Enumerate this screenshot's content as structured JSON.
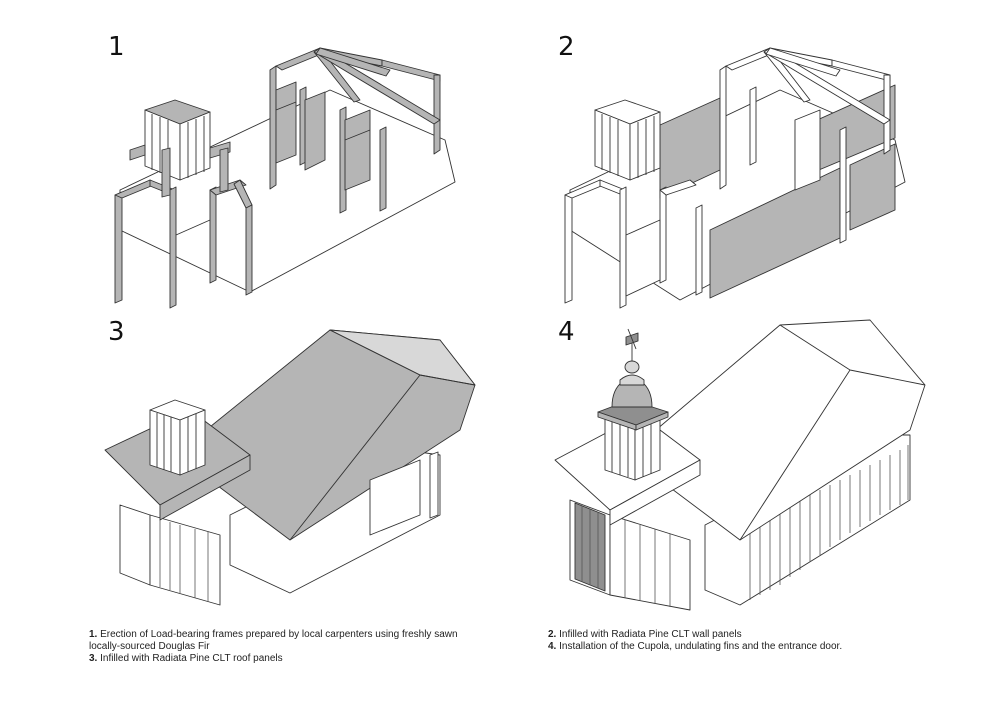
{
  "steps": [
    {
      "number": "1"
    },
    {
      "number": "2"
    },
    {
      "number": "3"
    },
    {
      "number": "4"
    }
  ],
  "captions": {
    "left": [
      {
        "num": "1.",
        "text": "Erection of Load-bearing frames prepared by local carpenters using freshly sawn locally-sourced Douglas Fir"
      },
      {
        "num": "3.",
        "text": "Infilled with Radiata Pine CLT roof panels"
      }
    ],
    "right": [
      {
        "num": "2.",
        "text": "Infilled with Radiata Pine CLT wall panels"
      },
      {
        "num": "4.",
        "text": "Installation of the Cupola, undulating fins and the entrance door."
      }
    ]
  },
  "colors": {
    "frame": "#b5b5b5",
    "panel": "#b5b5b5",
    "roof": "#b0b0b0",
    "line": "#333333"
  }
}
